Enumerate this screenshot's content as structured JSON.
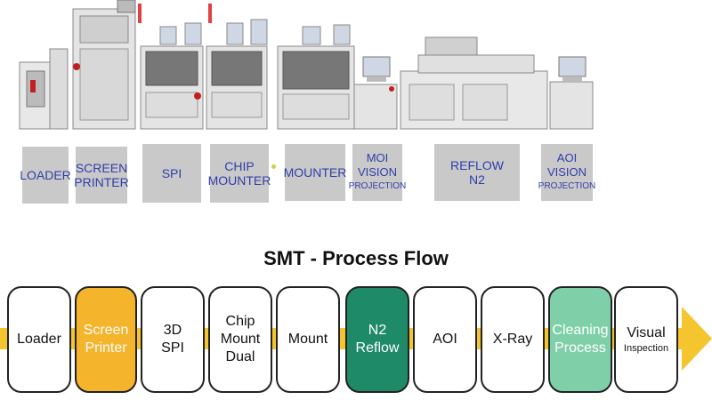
{
  "machine_labels": [
    {
      "lines": [
        "LOADER"
      ]
    },
    {
      "lines": [
        "SCREEN",
        "PRINTER"
      ]
    },
    {
      "lines": [
        "SPI"
      ]
    },
    {
      "lines": [
        "CHIP",
        "MOUNTER"
      ]
    },
    {
      "lines": [
        "MOUNTER"
      ]
    },
    {
      "lines": [
        "MOI",
        "VISION"
      ],
      "small": "PROJECTION"
    },
    {
      "lines": [
        "REFLOW",
        "N2"
      ]
    },
    {
      "lines": [
        "AOI",
        "VISION"
      ],
      "small": "PROJECTION"
    }
  ],
  "title": "SMT - Process Flow",
  "steps": [
    {
      "text": [
        "Loader"
      ],
      "style": "white"
    },
    {
      "text": [
        "Screen",
        "Printer"
      ],
      "style": "yellow"
    },
    {
      "text": [
        "3D",
        "SPI"
      ],
      "style": "white"
    },
    {
      "text": [
        "Chip",
        "Mount",
        "Dual"
      ],
      "style": "white"
    },
    {
      "text": [
        "Mount"
      ],
      "style": "white"
    },
    {
      "text": [
        "N2",
        "Reflow"
      ],
      "style": "dark-green"
    },
    {
      "text": [
        "AOI"
      ],
      "style": "white"
    },
    {
      "text": [
        "X-Ray"
      ],
      "style": "white"
    },
    {
      "text": [
        "Cleaning",
        "Process"
      ],
      "style": "light-green"
    },
    {
      "text": [
        "Visual"
      ],
      "sub": "Inspection",
      "style": "white"
    }
  ],
  "colors": {
    "label_bg": "#c9c9c9",
    "label_text": "#2f3ea8",
    "arrow": "#f4c52e",
    "yellow": "#f4b42c",
    "dark_green": "#1f8a68",
    "light_green": "#7fd0a8"
  }
}
